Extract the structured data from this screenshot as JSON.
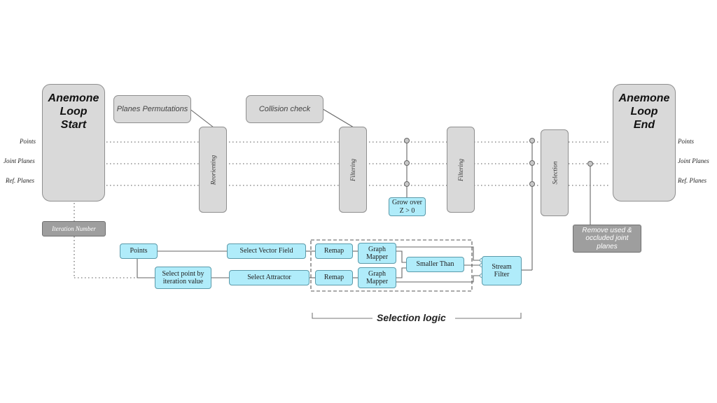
{
  "ports_left": [
    "Points",
    "Joint Planes",
    "Ref. Planes"
  ],
  "ports_right": [
    "Points",
    "Joint Planes",
    "Ref. Planes"
  ],
  "loop_start": {
    "line1": "Anemone",
    "line2": "Loop",
    "line3": "Start"
  },
  "loop_end": {
    "line1": "Anemone",
    "line2": "Loop",
    "line3": "End"
  },
  "notes": {
    "planes_permutations": "Planes Permutations",
    "collision_check": "Collision check",
    "remove_used_1": "Remove used &",
    "remove_used_2": "occluded joint",
    "remove_used_3": "planes"
  },
  "vertical_nodes": {
    "reorienting": "Reorienting",
    "filtering_1": "Filtering",
    "filtering_2": "Filtering",
    "selection": "Selection"
  },
  "iteration_number": "Iteration Number",
  "grow_over": {
    "line1": "Grow over",
    "line2": "Z > 0"
  },
  "logic_nodes": {
    "points": "Points",
    "select_point_1": "Select point by",
    "select_point_2": "iteration value",
    "select_vector_field": "Select Vector Field",
    "select_attractor": "Select Attractor",
    "remap_1": "Remap",
    "remap_2": "Remap",
    "graph_mapper_1a": "Graph",
    "graph_mapper_1b": "Mapper",
    "graph_mapper_2a": "Graph",
    "graph_mapper_2b": "Mapper",
    "smaller_than": "Smaller Than",
    "stream_filter_1": "Stream",
    "stream_filter_2": "Filter"
  },
  "selection_logic_label": "Selection logic",
  "colors": {
    "grey_node": "#d9d9d9",
    "dark_node": "#9e9e9e",
    "cyan_node": "#b0ecfa",
    "wire": "#666666"
  }
}
